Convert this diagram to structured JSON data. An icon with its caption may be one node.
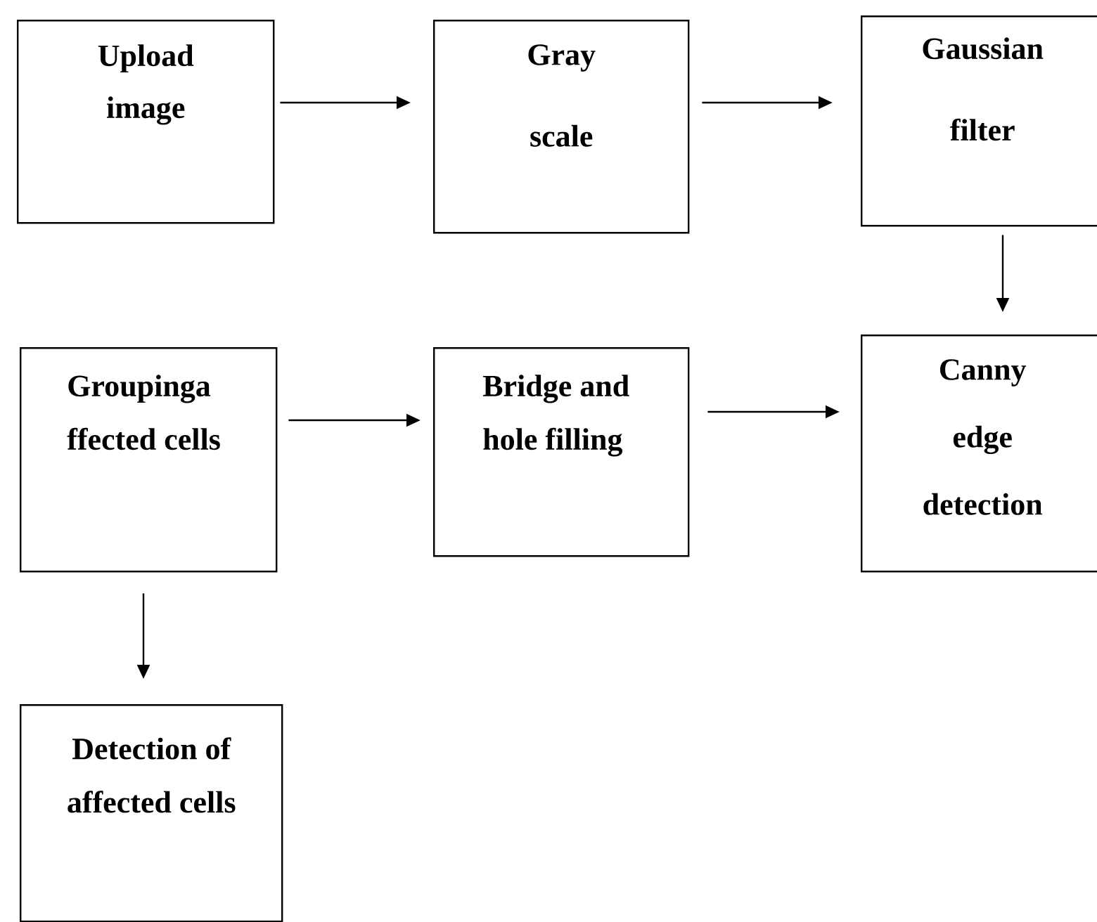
{
  "diagram": {
    "nodes": [
      {
        "text": [
          "Upload image"
        ]
      },
      {
        "text": [
          "Gray scale"
        ]
      },
      {
        "text": [
          "Gaussian filter"
        ]
      },
      {
        "text": [
          "Groupinga ffected cells"
        ]
      },
      {
        "text": [
          "Bridge and hole filling"
        ]
      },
      {
        "text": [
          "Canny edge detection"
        ]
      },
      {
        "text": [
          "Detection of affected cells"
        ]
      }
    ],
    "edges": [
      {
        "from": 0,
        "to": 1,
        "arrow": "to"
      },
      {
        "from": 1,
        "to": 2,
        "arrow": "to"
      },
      {
        "from": 2,
        "to": 5,
        "arrow": "to"
      },
      {
        "from": 3,
        "to": 4,
        "arrow": "to"
      },
      {
        "from": 4,
        "to": 5,
        "arrow": "to"
      },
      {
        "from": 3,
        "to": 6,
        "arrow": "to"
      }
    ]
  }
}
